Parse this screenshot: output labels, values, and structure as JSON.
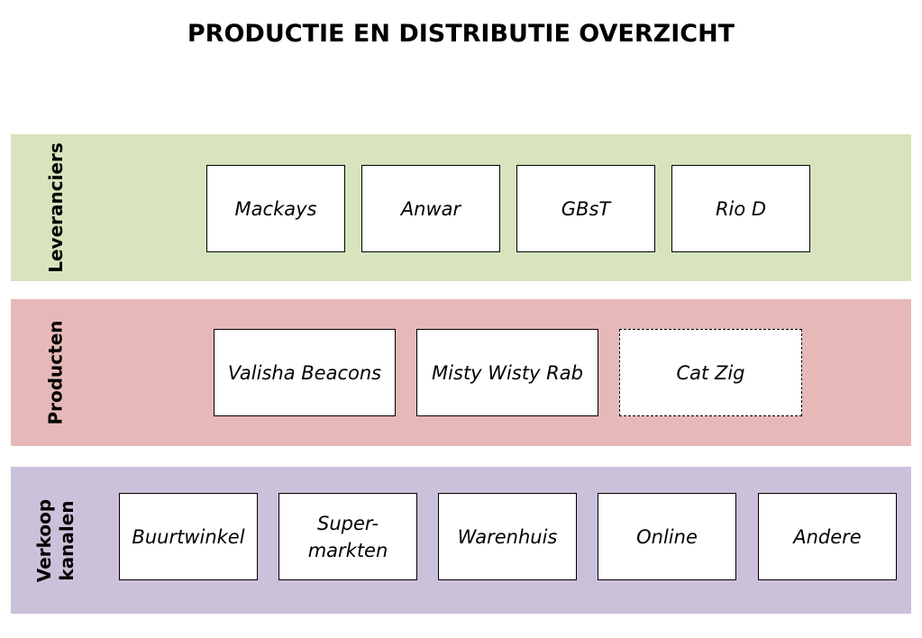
{
  "title": "PRODUCTIE EN DISTRIBUTIE OVERZICHT",
  "colors": {
    "leveranciers_band": "#d7e4bd",
    "producten_band": "#e6b9b8",
    "verkoop_band": "#ccc1da",
    "box_fill": "#ffffff",
    "box_border": "#000000"
  },
  "bands": [
    {
      "label_lines": [
        "Leveranciers"
      ],
      "boxes": [
        {
          "lines": [
            "Mackays"
          ],
          "style": "solid"
        },
        {
          "lines": [
            "Anwar"
          ],
          "style": "solid"
        },
        {
          "lines": [
            "GBsT"
          ],
          "style": "solid"
        },
        {
          "lines": [
            "Rio D"
          ],
          "style": "solid"
        }
      ]
    },
    {
      "label_lines": [
        "Producten"
      ],
      "boxes": [
        {
          "lines": [
            "Valisha Beacons"
          ],
          "style": "solid"
        },
        {
          "lines": [
            "Misty Wisty Rab"
          ],
          "style": "solid"
        },
        {
          "lines": [
            "Cat Zig"
          ],
          "style": "dashed"
        }
      ]
    },
    {
      "label_lines": [
        "Verkoop",
        "kanalen"
      ],
      "boxes": [
        {
          "lines": [
            "Buurtwinkel"
          ],
          "style": "solid"
        },
        {
          "lines": [
            "Super-",
            "markten"
          ],
          "style": "solid"
        },
        {
          "lines": [
            "Warenhuis"
          ],
          "style": "solid"
        },
        {
          "lines": [
            "Online"
          ],
          "style": "solid"
        },
        {
          "lines": [
            "Andere"
          ],
          "style": "solid"
        }
      ]
    }
  ]
}
